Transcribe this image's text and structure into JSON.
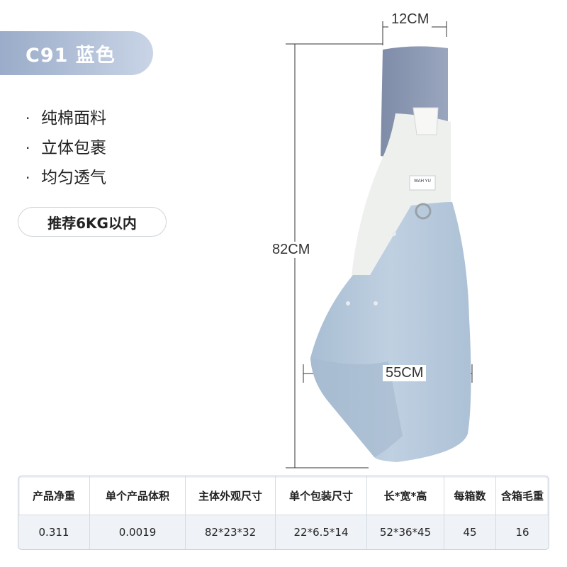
{
  "title": "C91 蓝色",
  "features": [
    "纯棉面料",
    "立体包裹",
    "均匀透气"
  ],
  "bullet": "·",
  "recommendation": "推荐6KG以内",
  "dimensions": {
    "top_width": "12CM",
    "height": "82CM",
    "width": "55CM"
  },
  "brand_tag": "WAH YU",
  "colors": {
    "title_pill": "#9aacc9",
    "strap": "#8e9bb5",
    "body": "#b9cbdc",
    "panel": "#eef0ee"
  },
  "spec_table": {
    "headers": [
      "产品净重",
      "单个产品体积",
      "主体外观尺寸",
      "单个包装尺寸",
      "长*宽*高",
      "每箱数",
      "含箱毛重"
    ],
    "values": [
      "0.311",
      "0.0019",
      "82*23*32",
      "22*6.5*14",
      "52*36*45",
      "45",
      "16"
    ]
  }
}
